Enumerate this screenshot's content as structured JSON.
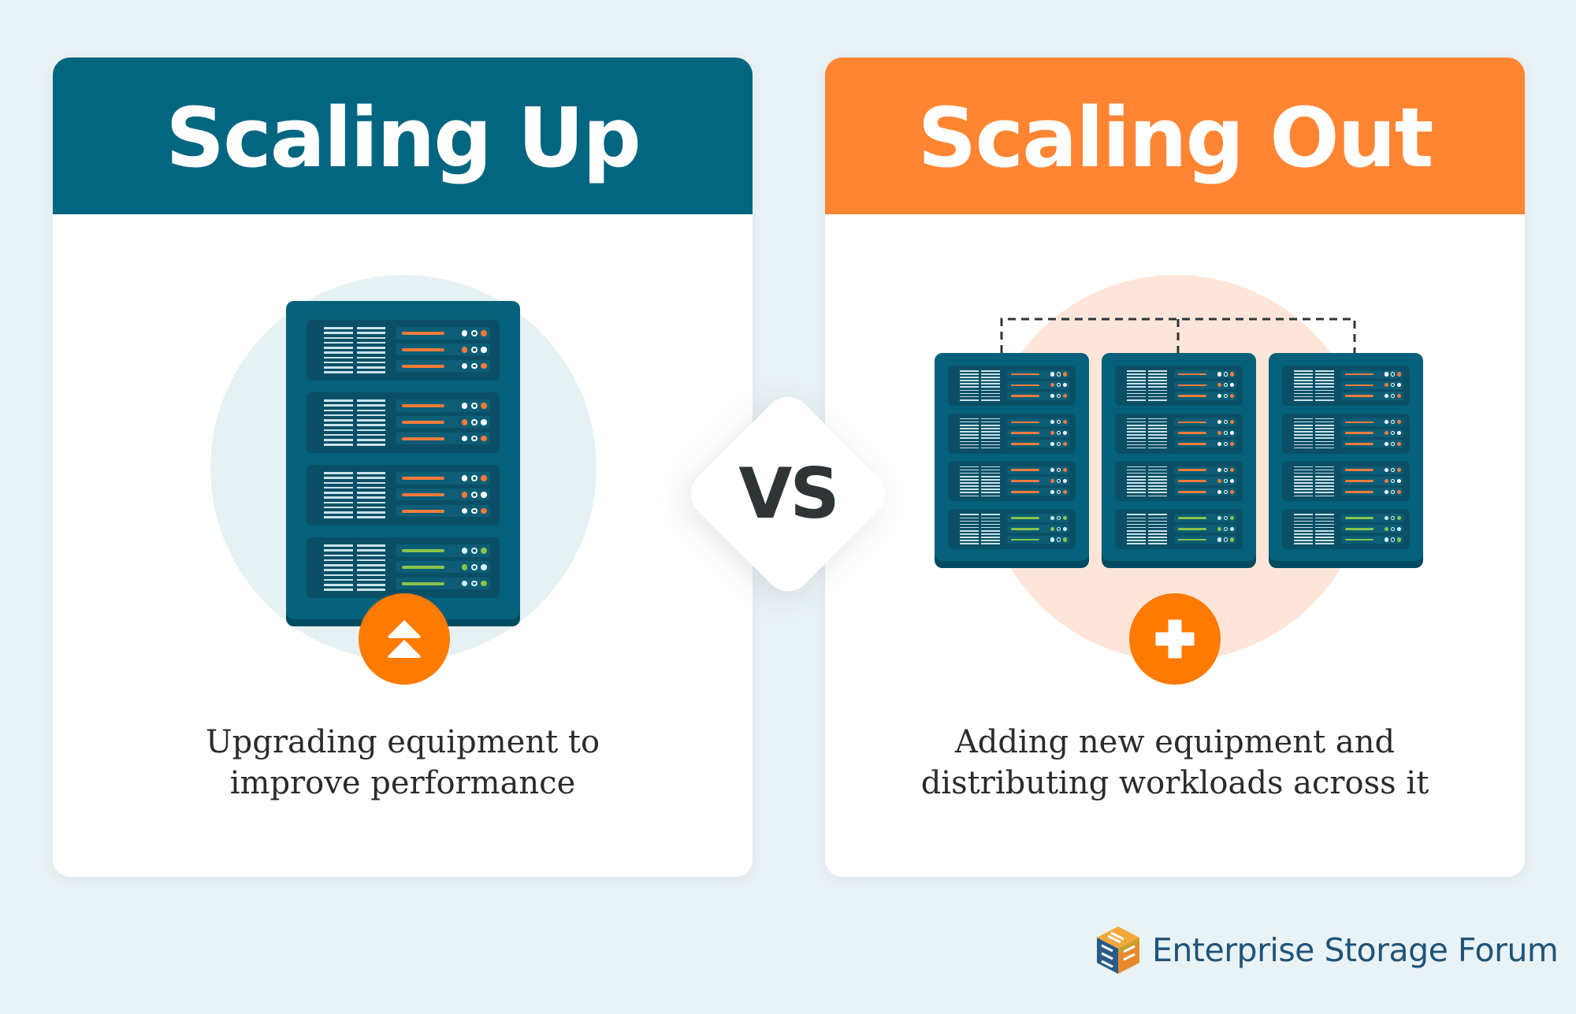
{
  "left_card": {
    "title": "Scaling Up",
    "header_color": "#026680",
    "circle_color": "#e6f1f4",
    "description_line1": "Upgrading equipment to",
    "description_line2": "improve performance",
    "icon": "double-chevron-up-icon",
    "icon_color": "#ff7a00"
  },
  "vs": {
    "label": "VS"
  },
  "right_card": {
    "title": "Scaling Out",
    "header_color": "#ff8533",
    "circle_color": "#fde6d9",
    "description_line1": "Adding new equipment and",
    "description_line2": "distributing workloads across it",
    "icon": "plus-icon",
    "icon_color": "#ff7a00",
    "server_count": 3
  },
  "footer": {
    "brand": "Enterprise Storage Forum",
    "logo": "esf-cube-logo-icon",
    "brand_color": "#1f5478"
  },
  "colors": {
    "server_body": "#05617b",
    "server_unit": "#0a4f66",
    "led_row": "#0c5d75",
    "accent_orange": "#f47b3a",
    "accent_green": "#8bc34a",
    "background": "#e9f2f5"
  }
}
